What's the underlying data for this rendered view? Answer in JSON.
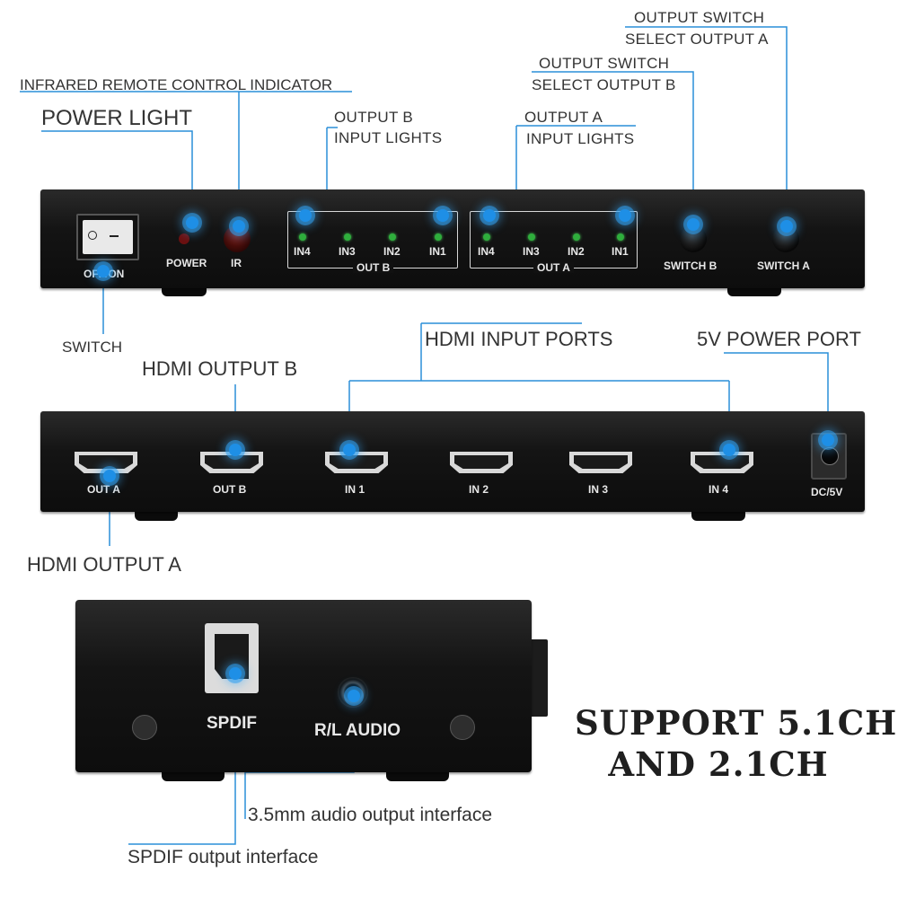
{
  "colors": {
    "accent": "#2a8fd9",
    "device": "#151515",
    "led": "#2fae3c"
  },
  "callouts": {
    "ir_indicator": "INFRARED REMOTE CONTROL INDICATOR",
    "power_light": "POWER LIGHT",
    "out_b_lights_1": "OUTPUT B",
    "out_b_lights_2": "INPUT LIGHTS",
    "out_a_lights_1": "OUTPUT A",
    "out_a_lights_2": "INPUT LIGHTS",
    "switch_b_1": "OUTPUT SWITCH",
    "switch_b_2": "SELECT OUTPUT B",
    "switch_a_1": "OUTPUT SWITCH",
    "switch_a_2": "SELECT OUTPUT A",
    "switch": "SWITCH",
    "hdmi_output_b": "HDMI OUTPUT B",
    "hdmi_input_ports": "HDMI INPUT PORTS",
    "power_port": "5V POWER PORT",
    "hdmi_output_a": "HDMI OUTPUT A",
    "audio_out": "3.5mm audio output interface",
    "spdif_out": "SPDIF output interface"
  },
  "front_panel": {
    "switch_label": "OFF/ON",
    "power_label": "POWER",
    "ir_label": "IR",
    "group_b_label": "OUT B",
    "group_a_label": "OUT A",
    "group_b_inputs": [
      "IN4",
      "IN3",
      "IN2",
      "IN1"
    ],
    "group_a_inputs": [
      "IN4",
      "IN3",
      "IN2",
      "IN1"
    ],
    "switch_b_label": "SWITCH B",
    "switch_a_label": "SWITCH A"
  },
  "rear_panel": {
    "ports": [
      "OUT A",
      "OUT B",
      "IN 1",
      "IN 2",
      "IN 3",
      "IN 4"
    ],
    "dc_label": "DC/5V"
  },
  "side_panel": {
    "spdif_label": "SPDIF",
    "audio_label": "R/L AUDIO"
  },
  "slogan": {
    "line1": "SUPPORT 5.1CH",
    "line2": "AND 2.1CH"
  }
}
